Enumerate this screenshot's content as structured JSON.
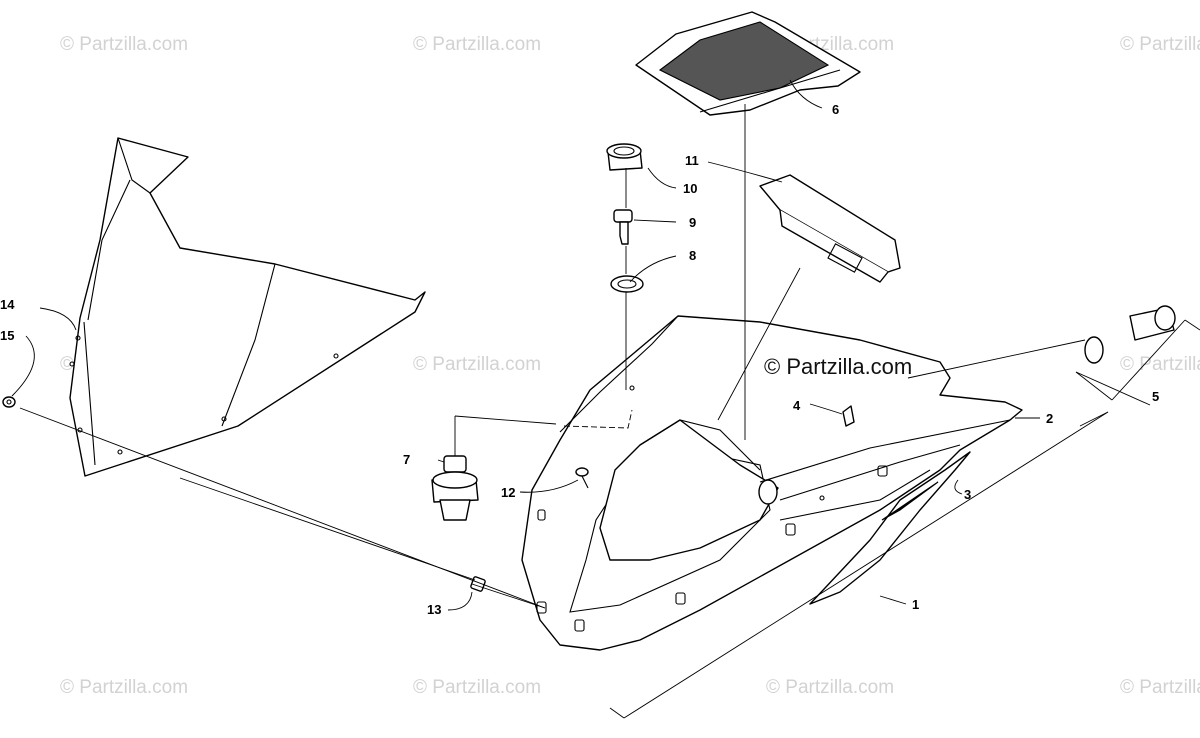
{
  "watermark": {
    "text": "© Partzilla.com",
    "color": "#d2d2d2"
  },
  "brand_watermark": {
    "text": "© Partzilla.com"
  },
  "callouts": [
    "1",
    "2",
    "3",
    "4",
    "5",
    "6",
    "7",
    "8",
    "9",
    "10",
    "11",
    "12",
    "13",
    "14",
    "15"
  ],
  "colors": {
    "stroke": "#000000",
    "fill": "#ffffff",
    "watermark": "#d2d2d2"
  },
  "parts": [
    {
      "callout": "1",
      "icon": "hood-icon"
    },
    {
      "callout": "2",
      "icon": "side-trim-icon"
    },
    {
      "callout": "3",
      "icon": "decal-icon"
    },
    {
      "callout": "4",
      "icon": "clip-icon"
    },
    {
      "callout": "5",
      "icon": "power-outlet-icon"
    },
    {
      "callout": "6",
      "icon": "storage-net-icon"
    },
    {
      "callout": "7",
      "icon": "switch-icon"
    },
    {
      "callout": "8",
      "icon": "bezel-ring-icon"
    },
    {
      "callout": "9",
      "icon": "key-icon"
    },
    {
      "callout": "10",
      "icon": "ignition-cap-icon"
    },
    {
      "callout": "11",
      "icon": "gauge-icon"
    },
    {
      "callout": "12",
      "icon": "screw-icon"
    },
    {
      "callout": "13",
      "icon": "nut-icon"
    },
    {
      "callout": "14",
      "icon": "windshield-icon"
    },
    {
      "callout": "15",
      "icon": "grommet-icon"
    }
  ]
}
